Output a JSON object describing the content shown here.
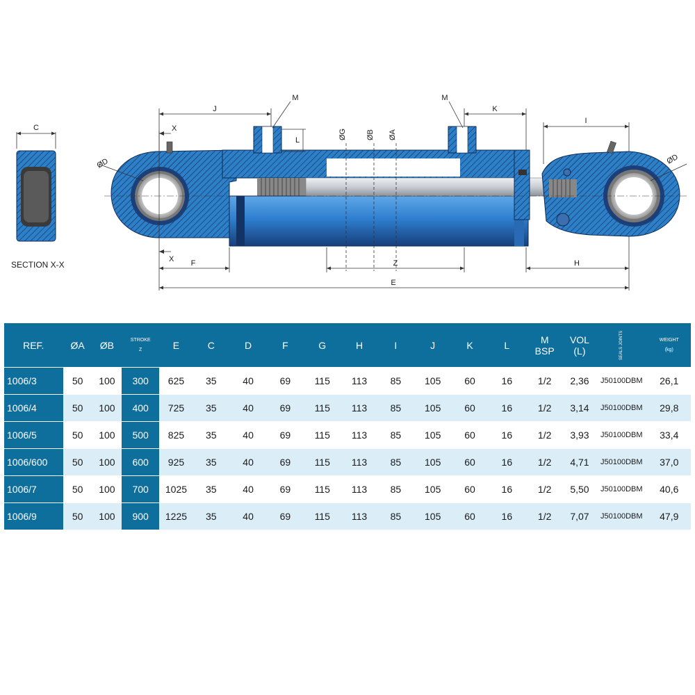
{
  "diagram": {
    "labels": {
      "c": "C",
      "x_top": "X",
      "x_bottom": "X",
      "phi_d_left": "ØD",
      "phi_d_right": "ØD",
      "j": "J",
      "m_left": "M",
      "m_right": "M",
      "l": "L",
      "phi_g": "ØG",
      "phi_b": "ØB",
      "phi_a": "ØA",
      "k": "K",
      "i": "I",
      "f": "F",
      "z": "Z",
      "h": "H",
      "e": "E"
    },
    "section_label": "SECTION X-X",
    "colors": {
      "body_blue": "#2d7fc8",
      "dark_blue": "#1c4f8c",
      "hatch": "#0e2a55",
      "rod_grey": "#c9ccd3"
    }
  },
  "table": {
    "headers": {
      "ref": "REF.",
      "a": "ØA",
      "b": "ØB",
      "stroke": "STROKE",
      "stroke_sub": "Z",
      "e": "E",
      "c": "C",
      "d": "D",
      "f": "F",
      "g": "G",
      "h": "H",
      "i": "I",
      "j": "J",
      "k": "K",
      "l": "L",
      "m1": "M",
      "m2": "BSP",
      "vol1": "VOL",
      "vol2": "(L)",
      "seals": "SEALS JOINTS",
      "weight": "WEIGHT",
      "weight_sub": "(kg)"
    },
    "rows": [
      {
        "ref": "1006/3",
        "a": "50",
        "b": "100",
        "stroke": "300",
        "e": "625",
        "c": "35",
        "d": "40",
        "f": "69",
        "g": "115",
        "h": "113",
        "i": "85",
        "j": "105",
        "k": "60",
        "l": "16",
        "m": "1/2",
        "vol": "2,36",
        "seals": "J50100DBM",
        "weight": "26,1"
      },
      {
        "ref": "1006/4",
        "a": "50",
        "b": "100",
        "stroke": "400",
        "e": "725",
        "c": "35",
        "d": "40",
        "f": "69",
        "g": "115",
        "h": "113",
        "i": "85",
        "j": "105",
        "k": "60",
        "l": "16",
        "m": "1/2",
        "vol": "3,14",
        "seals": "J50100DBM",
        "weight": "29,8"
      },
      {
        "ref": "1006/5",
        "a": "50",
        "b": "100",
        "stroke": "500",
        "e": "825",
        "c": "35",
        "d": "40",
        "f": "69",
        "g": "115",
        "h": "113",
        "i": "85",
        "j": "105",
        "k": "60",
        "l": "16",
        "m": "1/2",
        "vol": "3,93",
        "seals": "J50100DBM",
        "weight": "33,4"
      },
      {
        "ref": "1006/600",
        "a": "50",
        "b": "100",
        "stroke": "600",
        "e": "925",
        "c": "35",
        "d": "40",
        "f": "69",
        "g": "115",
        "h": "113",
        "i": "85",
        "j": "105",
        "k": "60",
        "l": "16",
        "m": "1/2",
        "vol": "4,71",
        "seals": "J50100DBM",
        "weight": "37,0"
      },
      {
        "ref": "1006/7",
        "a": "50",
        "b": "100",
        "stroke": "700",
        "e": "1025",
        "c": "35",
        "d": "40",
        "f": "69",
        "g": "115",
        "h": "113",
        "i": "85",
        "j": "105",
        "k": "60",
        "l": "16",
        "m": "1/2",
        "vol": "5,50",
        "seals": "J50100DBM",
        "weight": "40,6"
      },
      {
        "ref": "1006/9",
        "a": "50",
        "b": "100",
        "stroke": "900",
        "e": "1225",
        "c": "35",
        "d": "40",
        "f": "69",
        "g": "115",
        "h": "113",
        "i": "85",
        "j": "105",
        "k": "60",
        "l": "16",
        "m": "1/2",
        "vol": "7,07",
        "seals": "J50100DBM",
        "weight": "47,9"
      }
    ]
  }
}
